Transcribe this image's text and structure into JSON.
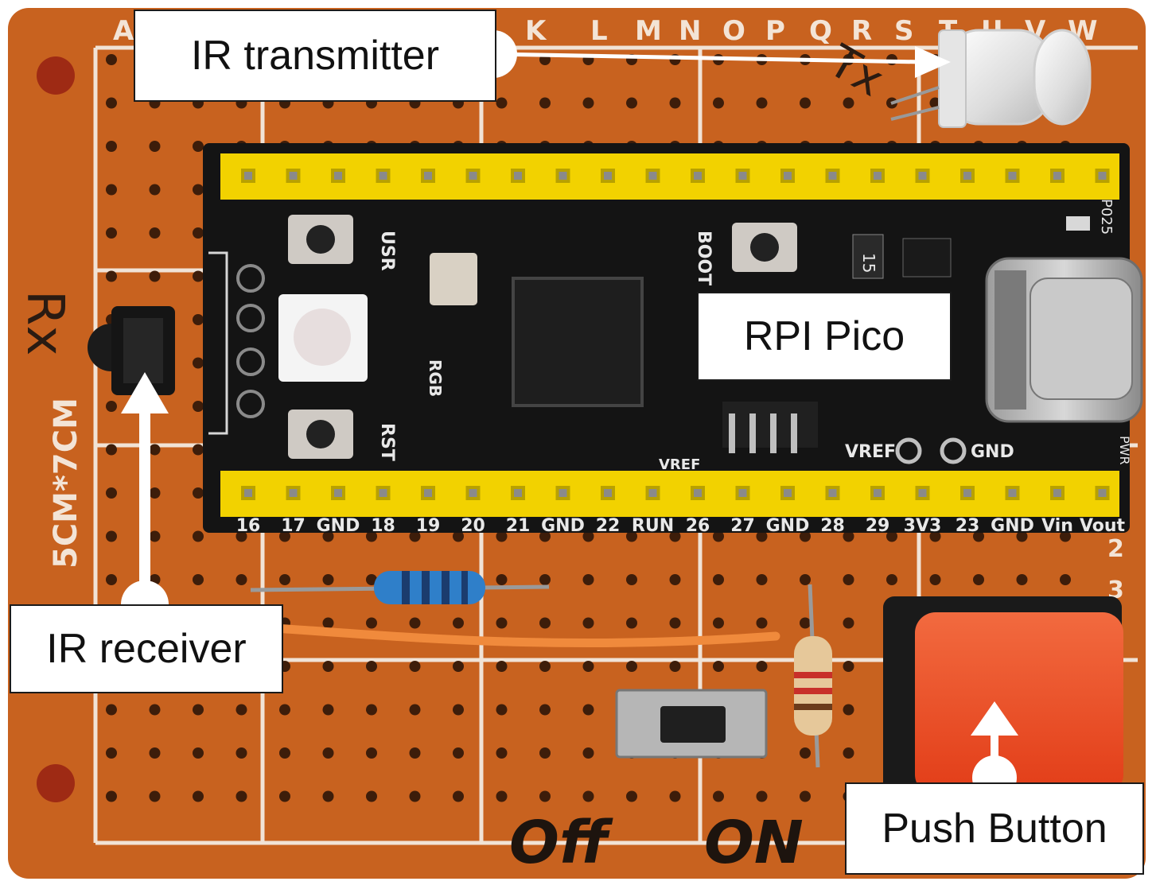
{
  "callouts": {
    "ir_transmitter": "IR transmitter",
    "rpi_pico": "RPI Pico",
    "ir_receiver": "IR receiver",
    "push_button": "Push Button"
  },
  "board": {
    "size_label": "5CM*7CM",
    "rx_mark": "Rx",
    "tx_mark": "Tx",
    "off_label": "Off",
    "on_label": "ON",
    "column_letters": [
      "A",
      "K",
      "L",
      "M",
      "N",
      "O",
      "P",
      "Q",
      "R",
      "S",
      "T",
      "U",
      "V",
      "W"
    ],
    "row_numbers": [
      "2",
      "3"
    ]
  },
  "pico": {
    "bottom_pins": [
      "16",
      "17",
      "GND",
      "18",
      "19",
      "20",
      "21",
      "GND",
      "22",
      "RUN",
      "26",
      "27",
      "GND",
      "28",
      "29",
      "3V3",
      "23",
      "GND",
      "Vin",
      "Vout"
    ],
    "silk": {
      "usr": "USR",
      "boot": "BOOT",
      "rgb": "RGB",
      "rst": "RST",
      "vref": "VREF",
      "vref2": "VREF",
      "gnd": "GND",
      "pwr": "PWR",
      "p025": "P025",
      "r15": "15"
    }
  },
  "colors": {
    "pcb": "#c8621f",
    "pico_board": "#141414",
    "header": "#f2d200",
    "button": "#ef4a25",
    "silk": "#e8e8e8"
  }
}
